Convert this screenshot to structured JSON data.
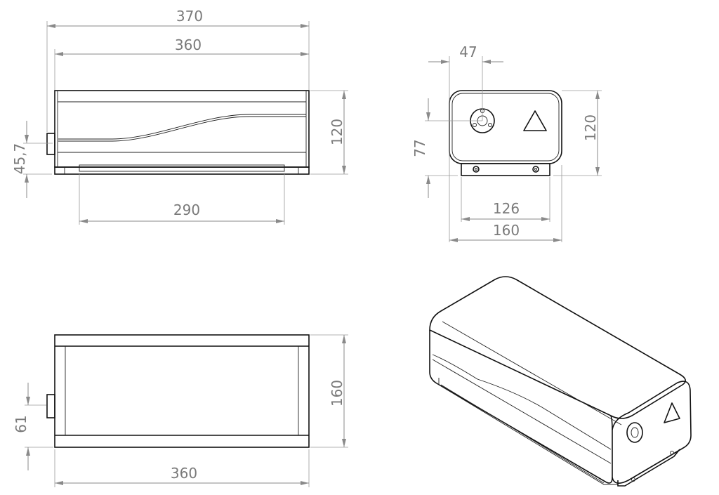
{
  "front_view": {
    "overall_length": "370",
    "body_length": "360",
    "base_length": "290",
    "height": "120",
    "connector_height": "45,7"
  },
  "end_view": {
    "connector_offset": "47",
    "connector_height": "77",
    "height": "120",
    "base_width": "126",
    "width": "160"
  },
  "top_view": {
    "width": "160",
    "connector_offset": "61",
    "length": "360"
  },
  "isometric_view": {},
  "colors": {
    "dimension": "#7a7a7a",
    "outline": "#111111"
  }
}
